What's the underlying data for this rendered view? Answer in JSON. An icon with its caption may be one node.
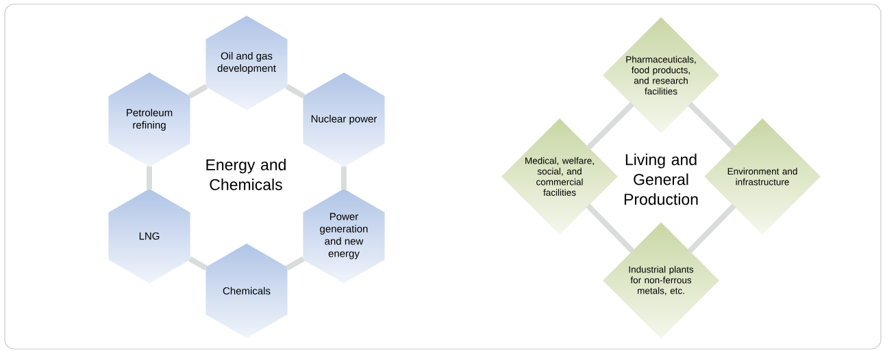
{
  "diagram": {
    "nodes": [
      {
        "text": [
          "Oil and gas development"
        ]
      },
      {
        "text": [
          "Petroleum refining"
        ]
      },
      {
        "text": [
          "Nuclear power"
        ]
      },
      {
        "text": [
          "LNG"
        ]
      },
      {
        "text": [
          "Power generation and new energy"
        ]
      },
      {
        "text": [
          "Chemicals"
        ]
      },
      {
        "text": [
          "Pharmaceuticals, food products, and research facilities"
        ]
      },
      {
        "text": [
          "Medical, welfare, social, and commercial facilities"
        ]
      },
      {
        "text": [
          "Environment and infrastructure"
        ]
      },
      {
        "text": [
          "Industrial plants for non-ferrous metals, etc."
        ]
      }
    ],
    "edges": [
      {
        "from": 0,
        "to": 2,
        "arrow": "none"
      },
      {
        "from": 2,
        "to": 4,
        "arrow": "none"
      },
      {
        "from": 4,
        "to": 5,
        "arrow": "none"
      },
      {
        "from": 5,
        "to": 3,
        "arrow": "none"
      },
      {
        "from": 3,
        "to": 1,
        "arrow": "none"
      },
      {
        "from": 1,
        "to": 0,
        "arrow": "none"
      },
      {
        "from": 6,
        "to": 8,
        "arrow": "none"
      },
      {
        "from": 8,
        "to": 9,
        "arrow": "none"
      },
      {
        "from": 9,
        "to": 7,
        "arrow": "none"
      },
      {
        "from": 7,
        "to": 6,
        "arrow": "none"
      }
    ],
    "labels": [
      "Energy and Chemicals",
      "Living and General Production"
    ]
  }
}
